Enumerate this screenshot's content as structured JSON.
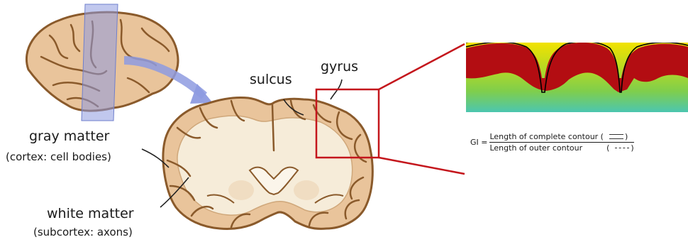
{
  "labels": {
    "sulcus": "sulcus",
    "gyrus": "gyrus",
    "gray_matter": "gray matter",
    "gray_matter_sub": "(cortex: cell bodies)",
    "white_matter": "white matter",
    "white_matter_sub": "(subcortex: axons)"
  },
  "formula": {
    "lhs": "GI =",
    "numerator": "Length of complete contour (",
    "denominator": "Length of outer contour",
    "close": ")"
  },
  "colors": {
    "brain_outline": "#8a5a2b",
    "brain_fill": "#e9c49b",
    "white_matter": "#f6ecd9",
    "highlight_box": "#c4161c",
    "slice_plane": "#8e9be0",
    "cortex_red": "#b30d12",
    "gradient_top": "#f0e000",
    "gradient_bottom": "#4fc9b0"
  }
}
